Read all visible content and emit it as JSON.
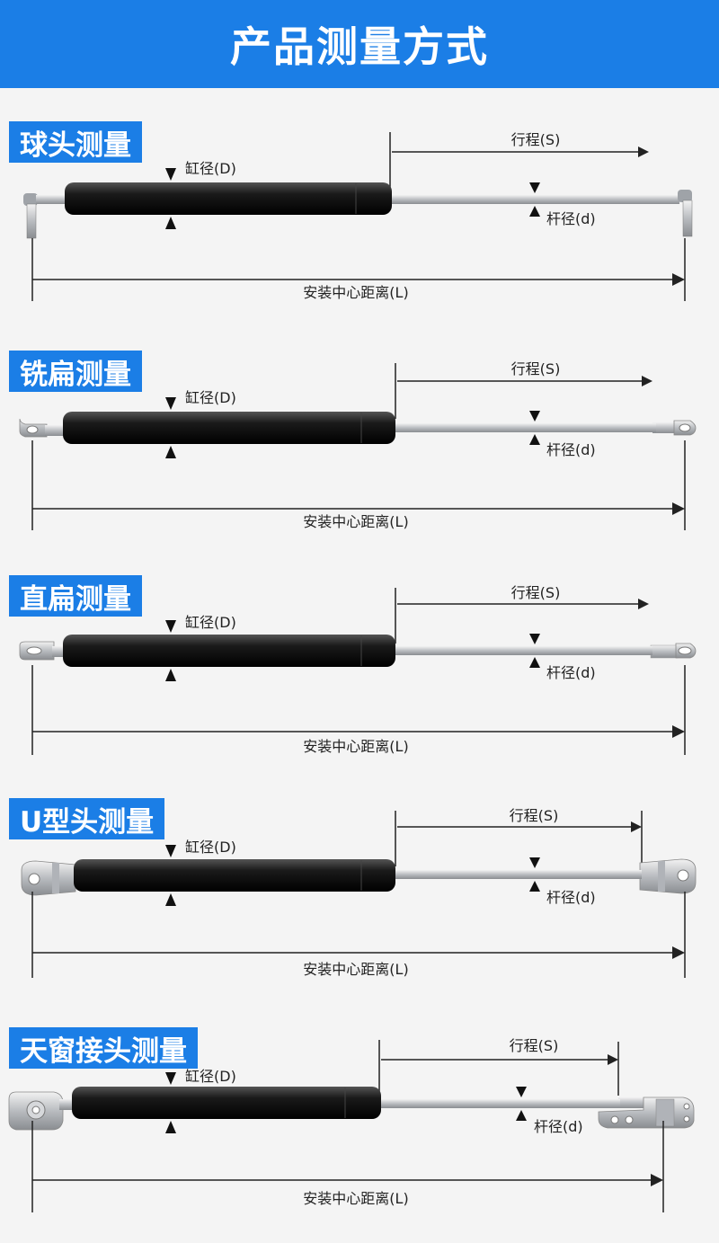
{
  "header": {
    "title": "产品测量方式"
  },
  "labels": {
    "stroke": "行程(S)",
    "cylinder_diameter": "缸径(D)",
    "rod_diameter": "杆径(d)",
    "center_distance": "安装中心距离(L)"
  },
  "sections": [
    {
      "title": "球头测量",
      "end_type": "ball-joint"
    },
    {
      "title": "铣扁测量",
      "end_type": "milled-flat"
    },
    {
      "title": "直扁测量",
      "end_type": "straight-flat"
    },
    {
      "title": "U型头测量",
      "end_type": "u-clevis"
    },
    {
      "title": "天窗接头测量",
      "end_type": "skylight-bracket"
    }
  ],
  "colors": {
    "brand_blue": "#1b7ee6",
    "cylinder_black": "#1a1a1a",
    "rod_silver": "#c9ccd0",
    "line": "#222222"
  }
}
